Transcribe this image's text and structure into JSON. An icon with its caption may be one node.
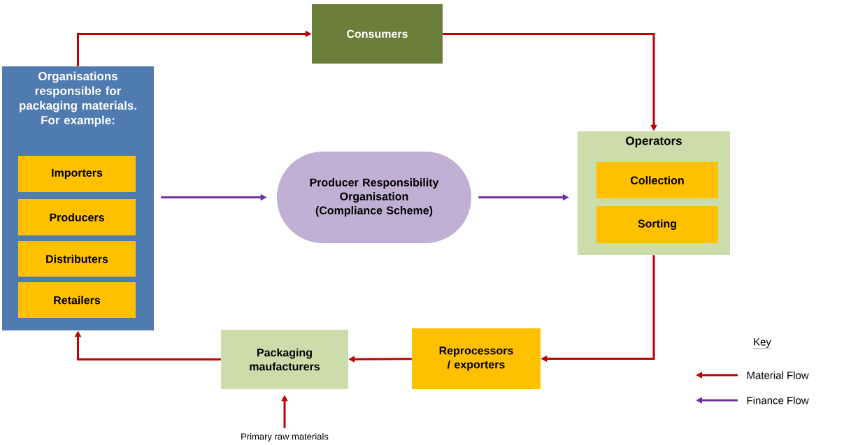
{
  "diagram": {
    "nodes": [
      {
        "text": [
          "Organisations responsible for packaging materials. For example:"
        ]
      },
      {
        "text": [
          "Importers"
        ],
        "in": 0
      },
      {
        "text": [
          "Producers"
        ],
        "in": 0
      },
      {
        "text": [
          "Distributers"
        ],
        "in": 0
      },
      {
        "text": [
          "Retailers"
        ],
        "in": 0
      },
      {
        "text": [
          "Consumers"
        ]
      },
      {
        "text": [
          "Producer Responsibility Organisation (Compliance Scheme)"
        ]
      },
      {
        "text": [
          "Operators"
        ]
      },
      {
        "text": [
          "Collection"
        ],
        "in": 7
      },
      {
        "text": [
          "Sorting"
        ],
        "in": 7
      },
      {
        "text": [
          "Reprocessors / exporters"
        ]
      },
      {
        "text": [
          "Packaging maufacturers"
        ]
      },
      {
        "text": [
          "Primary raw materials"
        ]
      }
    ],
    "edges": [
      {
        "from": 0,
        "to": 5,
        "arrow": "to"
      },
      {
        "from": 5,
        "to": 7,
        "arrow": "to"
      },
      {
        "from": 7,
        "to": 10,
        "arrow": "to"
      },
      {
        "from": 10,
        "to": 11,
        "arrow": "to"
      },
      {
        "from": 11,
        "to": 0,
        "arrow": "to"
      },
      {
        "from": 12,
        "to": 11,
        "arrow": "to"
      },
      {
        "from": 0,
        "to": 6,
        "arrow": "to",
        "color": "#7030a0"
      },
      {
        "from": 6,
        "to": 7,
        "arrow": "to",
        "color": "#7030a0"
      }
    ],
    "labels": [
      "Key"
    ],
    "legend": [
      {
        "text": "Material Flow"
      },
      {
        "text": "Finance Flow"
      }
    ]
  }
}
